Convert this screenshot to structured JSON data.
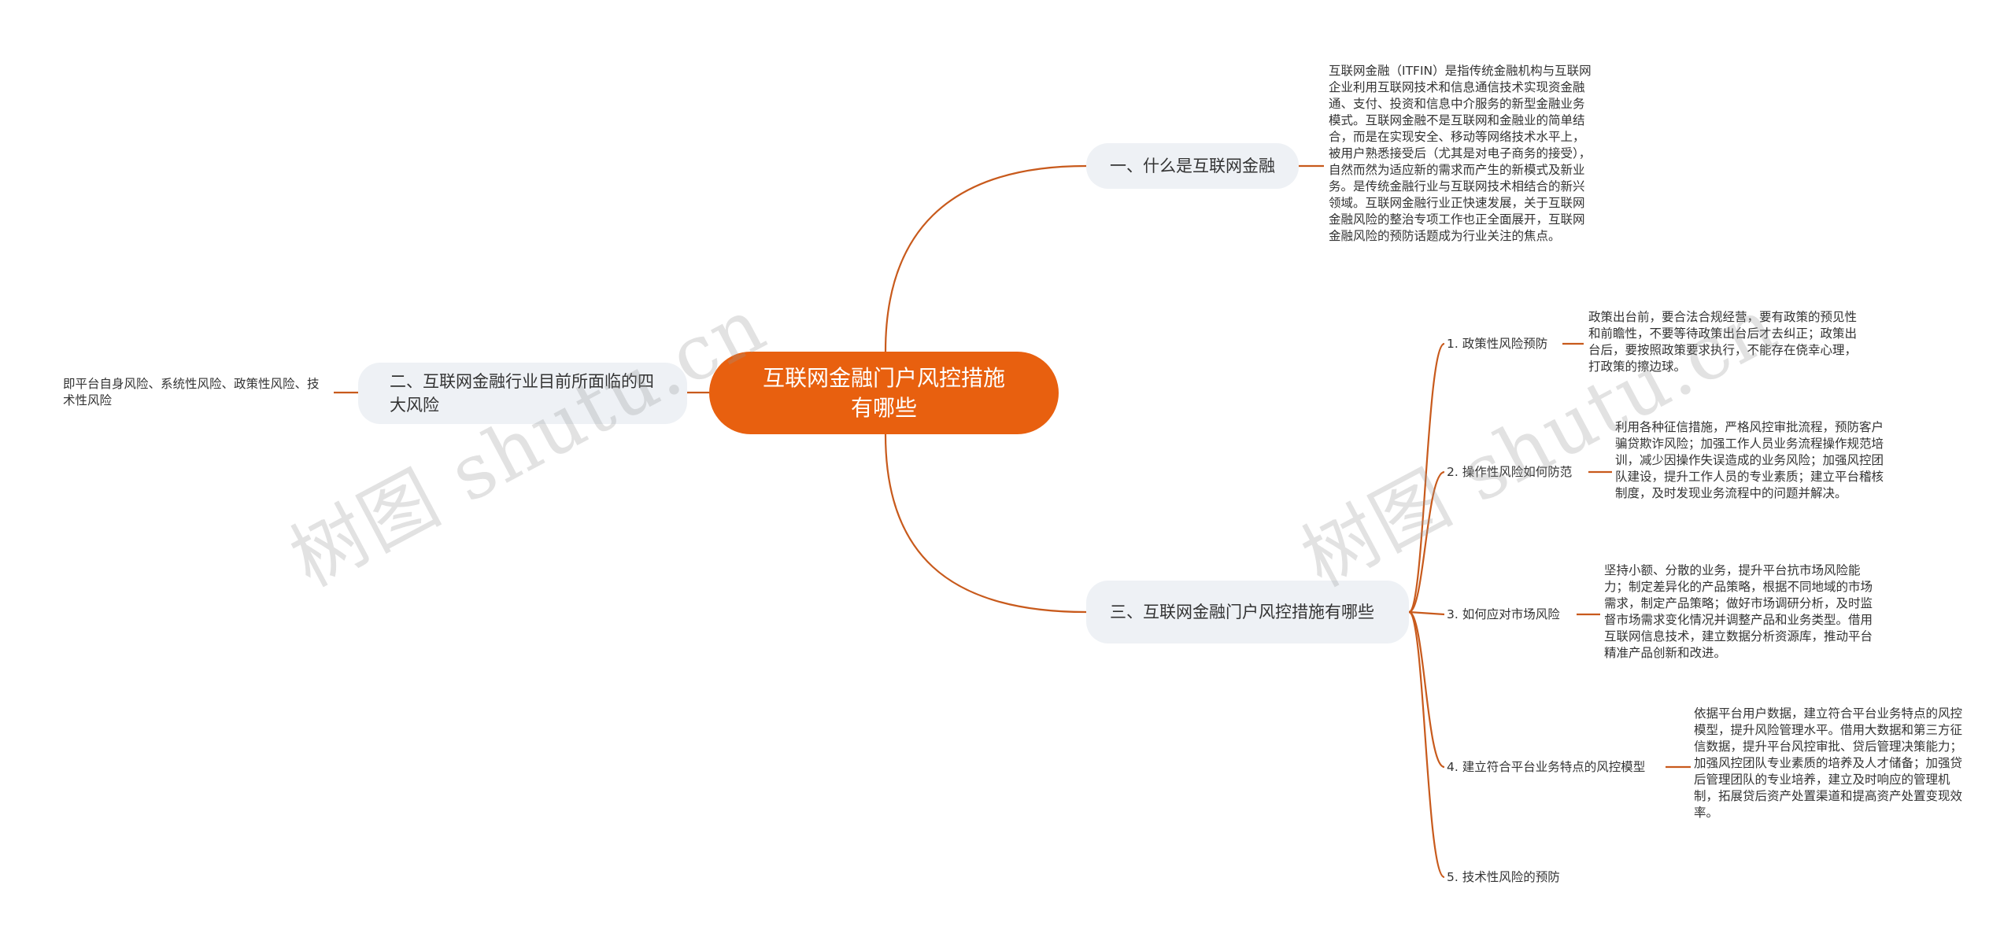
{
  "root": {
    "title": "互联网金融门户风控措施有哪些"
  },
  "branches": {
    "b1": {
      "label": "一、什么是互联网金融",
      "note": "互联网金融（ITFIN）是指传统金融机构与互联网企业利用互联网技术和信息通信技术实现资金融通、支付、投资和信息中介服务的新型金融业务模式。互联网金融不是互联网和金融业的简单结合，而是在实现安全、移动等网络技术水平上，被用户熟悉接受后（尤其是对电子商务的接受），自然而然为适应新的需求而产生的新模式及新业务。是传统金融行业与互联网技术相结合的新兴领域。互联网金融行业正快速发展，关于互联网金融风险的整治专项工作也正全面展开，互联网金融风险的预防话题成为行业关注的焦点。"
    },
    "b2": {
      "label": "二、互联网金融行业目前所面临的四大风险",
      "note": "即平台自身风险、系统性风险、政策性风险、技术性风险"
    },
    "b3": {
      "label": "三、互联网金融门户风控措施有哪些",
      "children": [
        {
          "label": "1. 政策性风险预防",
          "note": "政策出台前，要合法合规经营，要有政策的预见性和前瞻性，不要等待政策出台后才去纠正；政策出台后，要按照政策要求执行，不能存在侥幸心理，打政策的擦边球。"
        },
        {
          "label": "2. 操作性风险如何防范",
          "note": "利用各种征信措施，严格风控审批流程，预防客户骗贷欺诈风险；加强工作人员业务流程操作规范培训，减少因操作失误造成的业务风险；加强风控团队建设，提升工作人员的专业素质；建立平台稽核制度，及时发现业务流程中的问题并解决。"
        },
        {
          "label": "3. 如何应对市场风险",
          "note": "坚持小额、分散的业务，提升平台抗市场风险能力；制定差异化的产品策略，根据不同地域的市场需求，制定产品策略；做好市场调研分析，及时监督市场需求变化情况并调整产品和业务类型。借用互联网信息技术，建立数据分析资源库，推动平台精准产品创新和改进。"
        },
        {
          "label": "4. 建立符合平台业务特点的风控模型",
          "note": "依据平台用户数据，建立符合平台业务特点的风控模型，提升风险管理水平。借用大数据和第三方征信数据，提升平台风控审批、贷后管理决策能力；加强风控团队专业素质的培养及人才储备；加强贷后管理团队的专业培养，建立及时响应的管理机制，拓展贷后资产处置渠道和提高资产处置变现效率。"
        },
        {
          "label": "5. 技术性风险的预防"
        }
      ]
    }
  },
  "watermark": {
    "text": "树图 shutu.cn"
  },
  "colors": {
    "accent": "#e8600f",
    "line": "#c85a1c",
    "branch_bg": "#eef1f5"
  }
}
